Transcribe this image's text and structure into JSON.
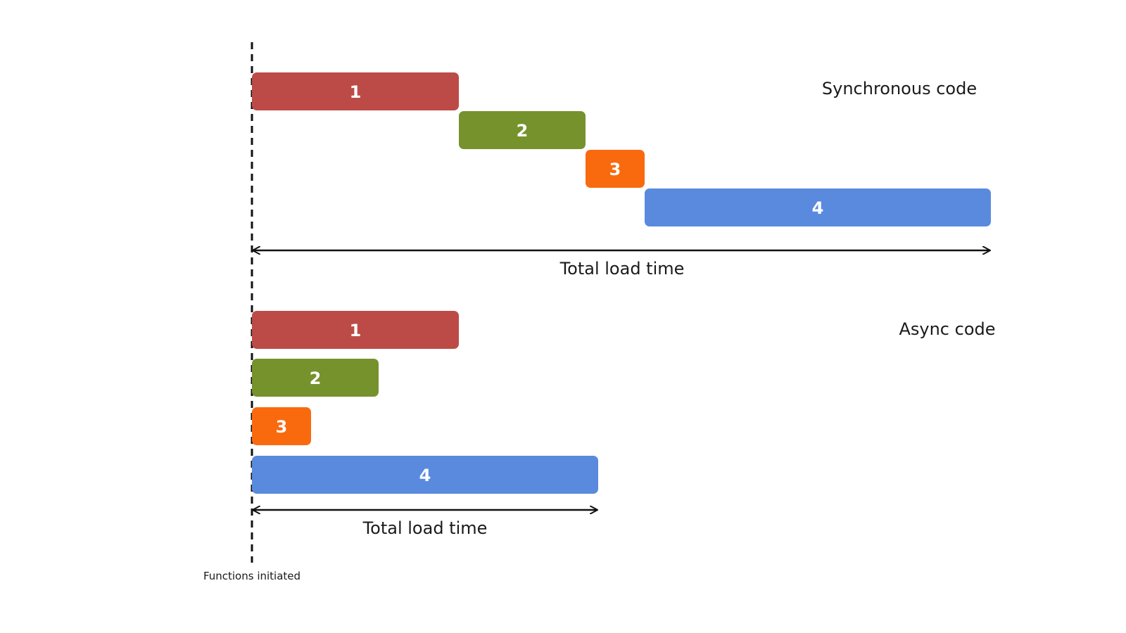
{
  "colors": {
    "task_1": "#bc4b47",
    "task_2": "#76922d",
    "task_3": "#f96a0f",
    "task_4": "#5a8ade",
    "line": "#111111"
  },
  "sync": {
    "label": "Synchronous code",
    "total_label": "Total load time",
    "tasks": [
      {
        "label": "1",
        "start": 0,
        "duration": 4.9,
        "color_key": "task_1"
      },
      {
        "label": "2",
        "start": 4.9,
        "duration": 3.0,
        "color_key": "task_2"
      },
      {
        "label": "3",
        "start": 7.9,
        "duration": 1.4,
        "color_key": "task_3"
      },
      {
        "label": "4",
        "start": 9.3,
        "duration": 8.2,
        "color_key": "task_4"
      }
    ]
  },
  "async": {
    "label": "Async code",
    "total_label": "Total load time",
    "tasks": [
      {
        "label": "1",
        "start": 0,
        "duration": 4.9,
        "color_key": "task_1"
      },
      {
        "label": "2",
        "start": 0,
        "duration": 3.0,
        "color_key": "task_2"
      },
      {
        "label": "3",
        "start": 0,
        "duration": 1.4,
        "color_key": "task_3"
      },
      {
        "label": "4",
        "start": 0,
        "duration": 8.2,
        "color_key": "task_4"
      }
    ]
  },
  "start_marker": {
    "label": "Functions initiated"
  }
}
